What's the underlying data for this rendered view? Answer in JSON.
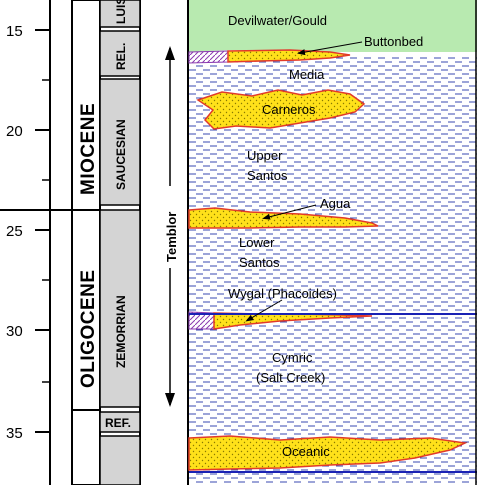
{
  "age_axis": {
    "ticks": [
      "15",
      "20",
      "25",
      "30",
      "35"
    ]
  },
  "epochs": [
    "MIOCENE",
    "OLIGOCENE"
  ],
  "stages": [
    "LUIS.",
    "REL.",
    "SAUCESIAN",
    "ZEMORRIAN",
    "REF."
  ],
  "formation": "Temblor",
  "units": {
    "top": "Devilwater/Gould",
    "buttonbed": "Buttonbed",
    "media": "Media",
    "carneros": "Carneros",
    "upper_santos_1": "Upper",
    "upper_santos_2": "Santos",
    "agua": "Agua",
    "lower_santos_1": "Lower",
    "lower_santos_2": "Santos",
    "wygal": "Wygal (Phacoides)",
    "cymric_1": "Cymric",
    "cymric_2": "(Salt Creek)",
    "oceanic": "Oceanic"
  },
  "colors": {
    "top_zone": "#b8eab0",
    "shale_bg": "#ffffff",
    "shale_dash": "#3a48b0",
    "sand_fill": "#ffe11a",
    "sand_outline": "#e23a2a",
    "stage_fill": "#d4d4d4",
    "contact_line": "#1a22b4",
    "hatch": "#8a3ab0"
  }
}
